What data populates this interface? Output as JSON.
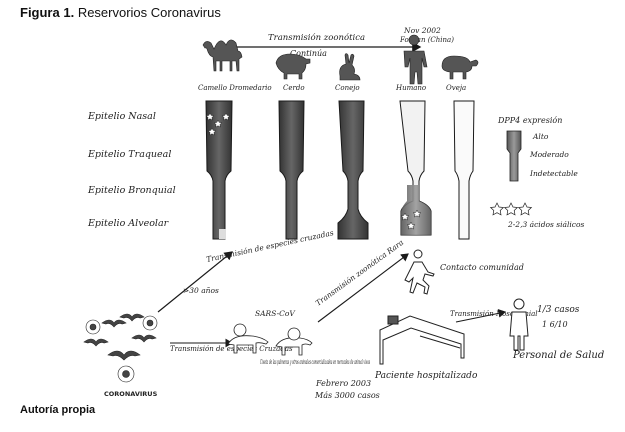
{
  "figure": {
    "number": "Figura 1.",
    "title": "Reservorios Coronavirus",
    "credit": "Autoría propia"
  },
  "top_arrow": {
    "label_line1": "Transmisión zoonótica",
    "label_line2": "Continúa",
    "annotation_line1": "Nov 2002",
    "annotation_line2": "Foshan (China)"
  },
  "hosts": [
    "Camello Dromedario",
    "Cerdo",
    "Conejo",
    "Humano",
    "Oveja"
  ],
  "epithelia": [
    "Epitelio Nasal",
    "Epitelio Traqueal",
    "Epitelio Bronquial",
    "Epitelio Alveolar"
  ],
  "legend": {
    "title": "DPP4 expresión",
    "levels": [
      "Alto",
      "Moderado",
      "Indetectable"
    ],
    "sialic": "2-2,3 ácidos siálicos"
  },
  "lower": {
    "crossed_transmission": "Transmisión de especies cruzadas",
    "years": ">30 años",
    "crossed_transmission_2": "Transmisión de especies Cruzadas",
    "zoonotic_rare": "Transmisión zoonótica Rara",
    "community_contact": "Contacto comunidad",
    "coronavirus": "CORONAVIRUS",
    "sars": "SARS-CoV",
    "civet": "Civeta de las palmeras y otros animales comercializados en mercados de animal vivos",
    "date1": "Febrero 2003",
    "date2": "Más 3000 casos",
    "hospitalized": "Paciente hospitalizado",
    "nosocomial": "Transmisión Nosocomial",
    "cases1": "1/3 casos",
    "cases2": "1 6/10",
    "staff": "Personal de Salud"
  },
  "colors": {
    "ink": "#1a1a1a",
    "tract_dark": "#4a4a4a",
    "tract_mid": "#7a7a7a",
    "tract_light": "#f7f7f7"
  }
}
